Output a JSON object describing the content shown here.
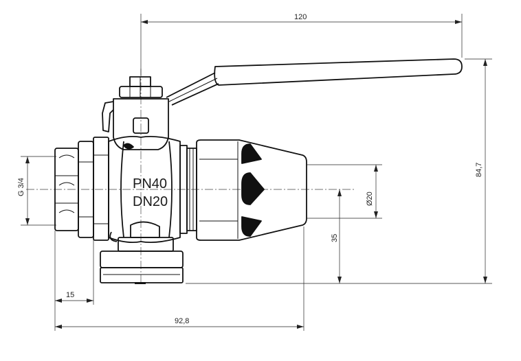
{
  "marking": {
    "pressure": "PN40",
    "size": "DN20"
  },
  "dimensions": {
    "overall_width": "120",
    "overall_height": "84,7",
    "thread": "G 3/4",
    "bore_diameter": "Ø20",
    "axis_height": "35",
    "body_length": "92,8",
    "thread_length": "15"
  },
  "colors": {
    "line": "#111111",
    "background": "#ffffff"
  }
}
